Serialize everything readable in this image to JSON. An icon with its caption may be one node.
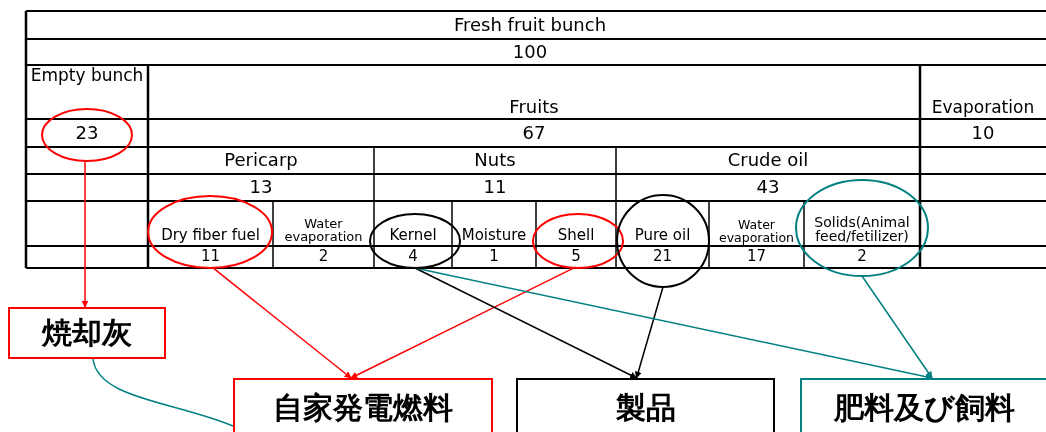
{
  "diagram": {
    "nodes": [
      {
        "text": [],
        "shape": "circle"
      },
      {
        "text": [],
        "shape": "circle"
      },
      {
        "text": [],
        "shape": "circle"
      },
      {
        "text": [],
        "shape": "circle"
      },
      {
        "text": [],
        "shape": "circle"
      },
      {
        "text": [],
        "shape": "circle"
      },
      {
        "text": [
          "焼却灰"
        ]
      },
      {
        "text": [
          "自家発電燃料"
        ]
      },
      {
        "text": [
          "製品"
        ]
      },
      {
        "text": [
          "肥料及び飼料"
        ]
      }
    ],
    "edges": [
      {
        "from": 0,
        "to": 6,
        "arrow": "to",
        "color": "#ff0000"
      },
      {
        "from": 1,
        "to": 7,
        "arrow": "to",
        "color": "#ff0000"
      },
      {
        "from": 3,
        "to": 7,
        "arrow": "to",
        "color": "#ff0000"
      },
      {
        "from": 2,
        "to": 8,
        "arrow": "to",
        "color": "#000000"
      },
      {
        "from": 4,
        "to": 8,
        "arrow": "to",
        "color": "#000000"
      },
      {
        "from": 2,
        "to": 9,
        "arrow": "to",
        "color": "#008080"
      },
      {
        "from": 5,
        "to": 9,
        "arrow": "to",
        "color": "#008080"
      },
      {
        "from": 6,
        "to": 7,
        "arrow": "none",
        "color": "#008080"
      }
    ],
    "labels": [
      "Fresh fruit bunch",
      "100",
      "Empty bunch",
      "Fruits",
      "Evaporation",
      "23",
      "67",
      "10",
      "Pericarp",
      "Nuts",
      "Crude oil",
      "13",
      "11",
      "43",
      "Dry fiber fuel",
      "Water evaporation",
      "Kernel",
      "Moisture",
      "Shell",
      "Pure oil",
      "Water evaporation",
      "Solids(Animal feed/fetilizer)",
      "11",
      "2",
      "4",
      "1",
      "5",
      "21",
      "17",
      "2"
    ]
  }
}
